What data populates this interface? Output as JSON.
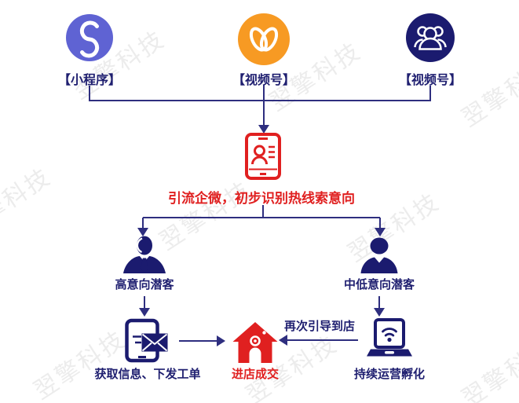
{
  "watermark": {
    "text": "翌擎科技"
  },
  "colors": {
    "navy": "#1b1b6f",
    "line": "#2e2e7f",
    "red": "#e02020",
    "purple": "#5f63d3",
    "orange": "#f79a23",
    "watermark": "#ececec"
  },
  "top_row": {
    "items": [
      {
        "label": "【小程序】",
        "icon": "mini-program-icon"
      },
      {
        "label": "【视频号】",
        "icon": "channels-icon"
      },
      {
        "label": "【视频号】",
        "icon": "user-group-icon"
      }
    ]
  },
  "hub": {
    "icon": "phone-contact-icon",
    "caption": "引流企微，初步识别热线索意向"
  },
  "branches": [
    {
      "label": "高意向潜客",
      "icon": "businessman-icon"
    },
    {
      "label": "中低意向潜客",
      "icon": "user-icon"
    }
  ],
  "bottom_row": {
    "left": {
      "label": "获取信息、下发工单",
      "icon": "tablet-message-icon"
    },
    "center": {
      "label": "进店成交",
      "icon": "store-icon"
    },
    "right": {
      "label": "持续运营孵化",
      "icon": "laptop-wifi-icon"
    },
    "return_label": "再次引导到店"
  }
}
